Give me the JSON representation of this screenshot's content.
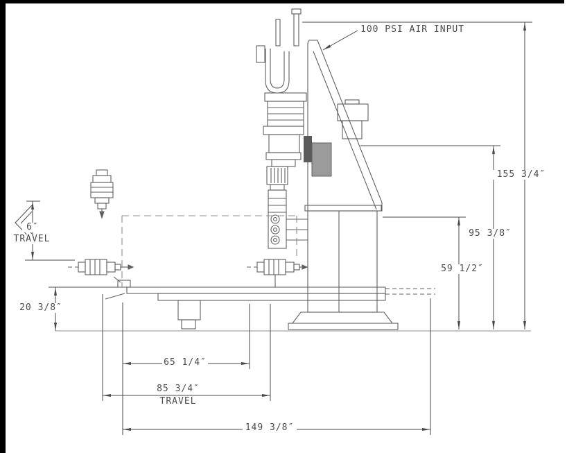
{
  "colors": {
    "background": "#ffffff",
    "machine_line": "#5f5f5f",
    "dimension_line": "#4a4a4a",
    "page_edge": "#000000"
  },
  "callouts": {
    "air_input": "100 PSI AIR INPUT"
  },
  "dimensions": {
    "overall_height": "155 3/4″",
    "upper_height": "95 3/8″",
    "mid_height": "59 1/2″",
    "table_height": "20 3/8″",
    "vertical_travel_value": "6″",
    "vertical_travel_label": "TRAVEL",
    "table_length": "65 1/4″",
    "horizontal_travel_value": "85 3/4″",
    "horizontal_travel_label": "TRAVEL",
    "overall_width": "149 3/8″"
  }
}
